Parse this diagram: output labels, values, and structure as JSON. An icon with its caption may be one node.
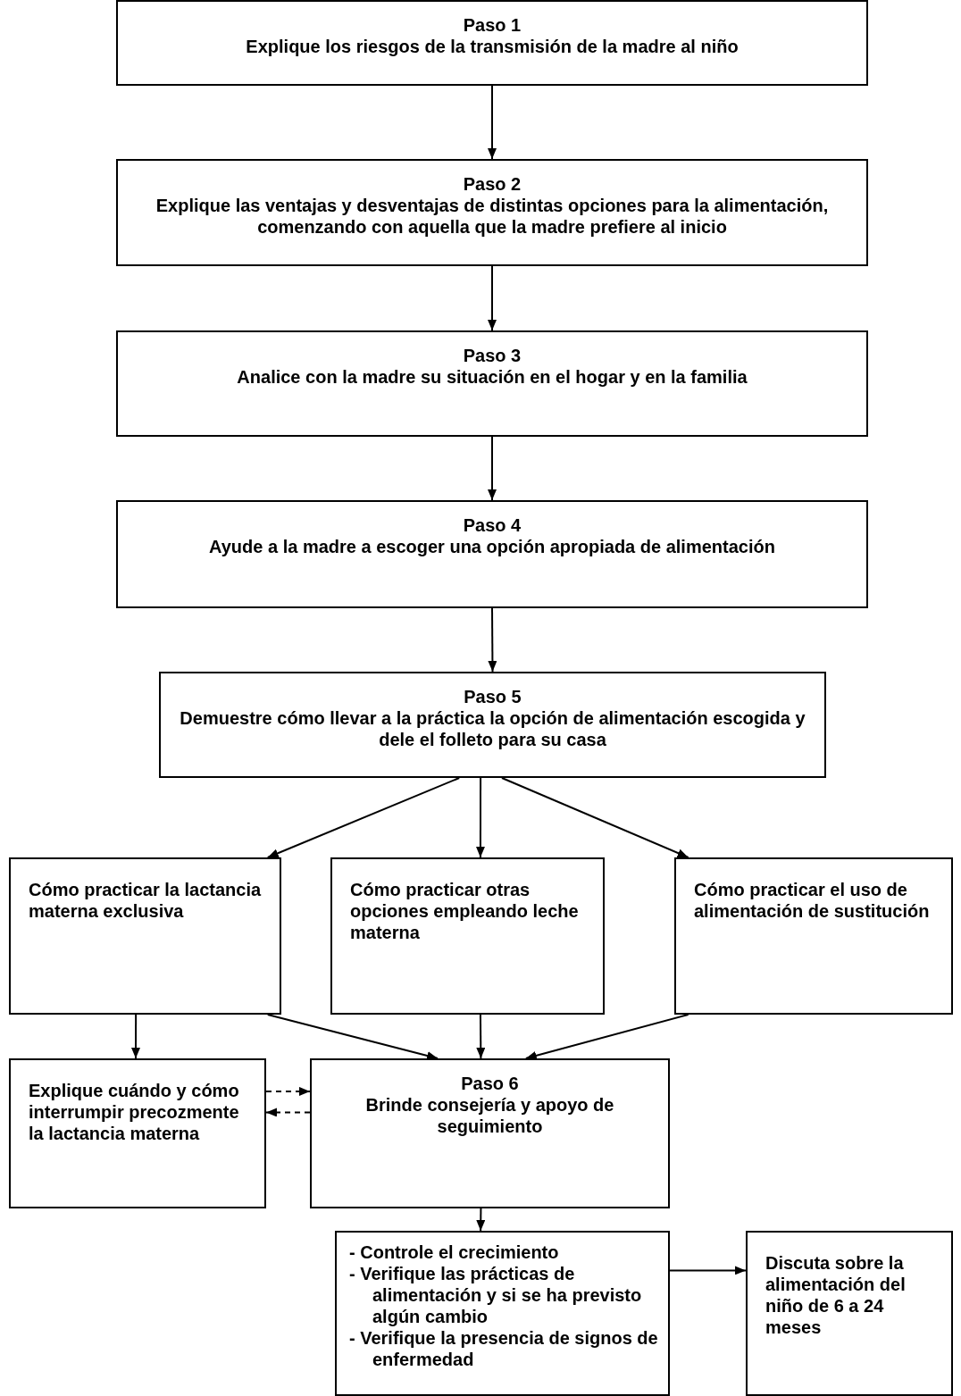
{
  "diagram": {
    "nodes": [
      {
        "text": [
          "Paso 1",
          "Explique los riesgos de la transmisión de la madre al niño"
        ]
      },
      {
        "text": [
          "Paso 2",
          "Explique las ventajas y desventajas de distintas opciones para la alimentación, comenzando con aquella que la madre prefiere al inicio"
        ]
      },
      {
        "text": [
          "Paso 3",
          "Analice con la madre su situación en el hogar y en la familia"
        ]
      },
      {
        "text": [
          "Paso 4",
          "Ayude a la madre a escoger una opción apropiada de alimentación"
        ]
      },
      {
        "text": [
          "Paso 5",
          "Demuestre cómo llevar a la práctica la opción de alimentación escogida y dele el folleto para su casa"
        ]
      },
      {
        "text": [
          "Cómo practicar la lactancia materna exclusiva"
        ]
      },
      {
        "text": [
          "Cómo practicar otras opciones empleando leche materna"
        ]
      },
      {
        "text": [
          "Cómo practicar el uso de alimentación de sustitución"
        ]
      },
      {
        "text": [
          "Explique cuándo y cómo interrumpir precozmente la lactancia materna"
        ]
      },
      {
        "text": [
          "Paso 6",
          "Brinde consejería y apoyo de seguimiento"
        ]
      },
      {
        "text": [
          "- Controle el crecimiento",
          "- Verifique las prácticas de alimentación y si se ha previsto algún cambio",
          "- Verifique la presencia de signos de enfermedad"
        ]
      },
      {
        "text": [
          "Discuta sobre la alimentación del niño de 6 a 24 meses"
        ]
      }
    ],
    "edges": [
      {
        "from": 0,
        "to": 1,
        "arrow": "to"
      },
      {
        "from": 1,
        "to": 2,
        "arrow": "to"
      },
      {
        "from": 2,
        "to": 3,
        "arrow": "to"
      },
      {
        "from": 3,
        "to": 4,
        "arrow": "to"
      },
      {
        "from": 4,
        "to": 5,
        "arrow": "to"
      },
      {
        "from": 4,
        "to": 6,
        "arrow": "to"
      },
      {
        "from": 4,
        "to": 7,
        "arrow": "to"
      },
      {
        "from": 5,
        "to": 8,
        "arrow": "to"
      },
      {
        "from": 5,
        "to": 9,
        "arrow": "to"
      },
      {
        "from": 6,
        "to": 9,
        "arrow": "to"
      },
      {
        "from": 7,
        "to": 9,
        "arrow": "to"
      },
      {
        "from": 8,
        "to": 9,
        "arrow": "to",
        "style": "dashed"
      },
      {
        "from": 9,
        "to": 8,
        "arrow": "to",
        "style": "dashed"
      },
      {
        "from": 9,
        "to": 10,
        "arrow": "to"
      },
      {
        "from": 10,
        "to": 11,
        "arrow": "to"
      }
    ]
  }
}
